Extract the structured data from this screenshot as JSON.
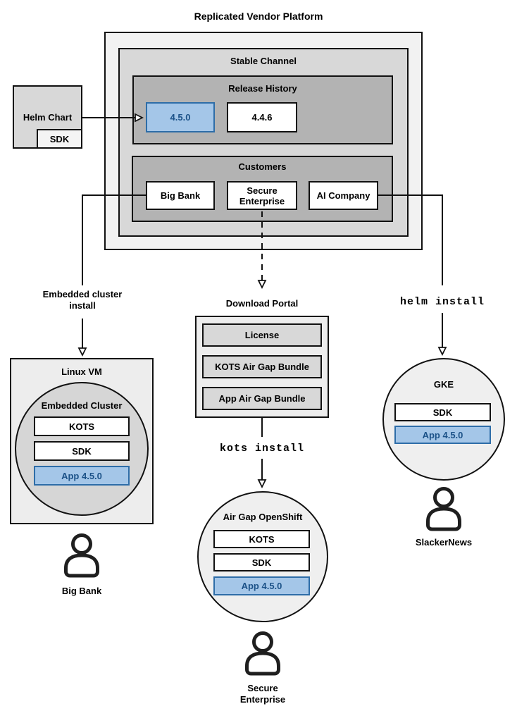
{
  "title": "Replicated Vendor Platform",
  "platform": {
    "stable_channel": {
      "label": "Stable Channel",
      "release_history": {
        "label": "Release History",
        "releases": [
          {
            "label": "4.5.0",
            "highlighted": true
          },
          {
            "label": "4.4.6",
            "highlighted": false
          }
        ]
      },
      "customers": {
        "label": "Customers",
        "items": [
          "Big Bank",
          "Secure Enterprise",
          "AI Company"
        ]
      }
    }
  },
  "helm_chart": {
    "label": "Helm Chart",
    "sdk_label": "SDK"
  },
  "branches": {
    "left": {
      "arrow_label": "Embedded cluster install",
      "node": {
        "title": "Linux VM",
        "cluster_label": "Embedded Cluster",
        "components": [
          "KOTS",
          "SDK"
        ],
        "app": "App 4.5.0"
      },
      "user": "Big Bank"
    },
    "middle": {
      "portal": {
        "title": "Download Portal",
        "items": [
          "License",
          "KOTS Air Gap Bundle",
          "App Air Gap Bundle"
        ]
      },
      "command": "kots install",
      "node": {
        "title": "Air Gap OpenShift",
        "components": [
          "KOTS",
          "SDK"
        ],
        "app": "App 4.5.0"
      },
      "user": "Secure Enterprise"
    },
    "right": {
      "command": "helm install",
      "node": {
        "title": "GKE",
        "components": [
          "SDK"
        ],
        "app": "App 4.5.0"
      },
      "user": "SlackerNews"
    }
  },
  "colors": {
    "highlight_fill": "#a4c6e8",
    "highlight_border": "#2e6da8",
    "highlight_text": "#1c5288",
    "panel_light": "#f2f2f2",
    "panel_mid": "#d8d8d8",
    "panel_dark": "#b3b3b3"
  }
}
